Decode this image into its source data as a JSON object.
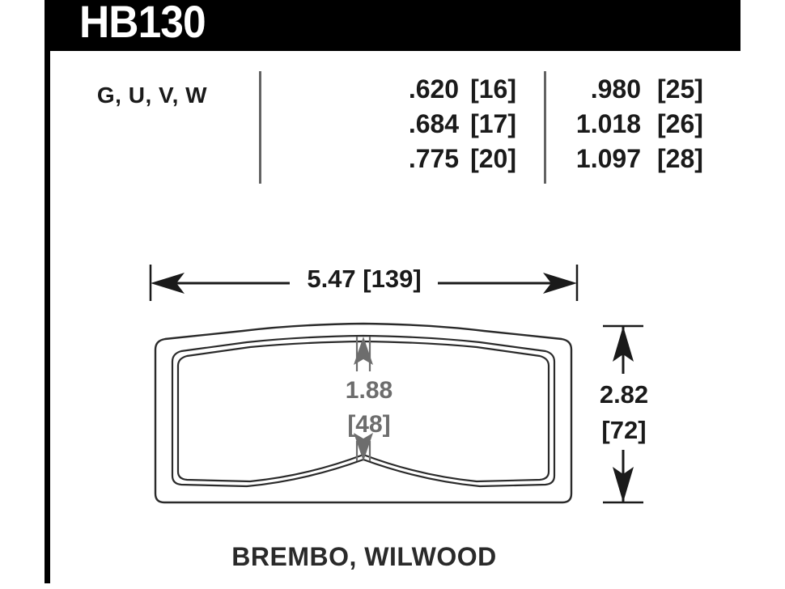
{
  "header": {
    "part_number": "HB130"
  },
  "spec_table": {
    "compounds": "G, U, V, W",
    "thickness_column": [
      {
        "inch": ".620",
        "mm": "[16]"
      },
      {
        "inch": ".684",
        "mm": "[17]"
      },
      {
        "inch": ".775",
        "mm": "[20]"
      }
    ],
    "overall_column": [
      {
        "inch": ".980",
        "mm": "[25]"
      },
      {
        "inch": "1.018",
        "mm": "[26]"
      },
      {
        "inch": "1.097",
        "mm": "[28]"
      }
    ]
  },
  "drawing": {
    "width_dimension": "5.47 [139]",
    "height_dimension_inch": "2.82",
    "height_dimension_mm": "[72]",
    "pad_height_inch": "1.88",
    "pad_height_mm": "[48]"
  },
  "footer": {
    "applications": "BREMBO, WILWOOD"
  },
  "colors": {
    "header_background": "#000000",
    "header_text": "#ffffff",
    "line": "#1a1a1a",
    "divider": "#636363",
    "inner_dimension_text": "#6d6d6d",
    "page_background": "#ffffff"
  }
}
